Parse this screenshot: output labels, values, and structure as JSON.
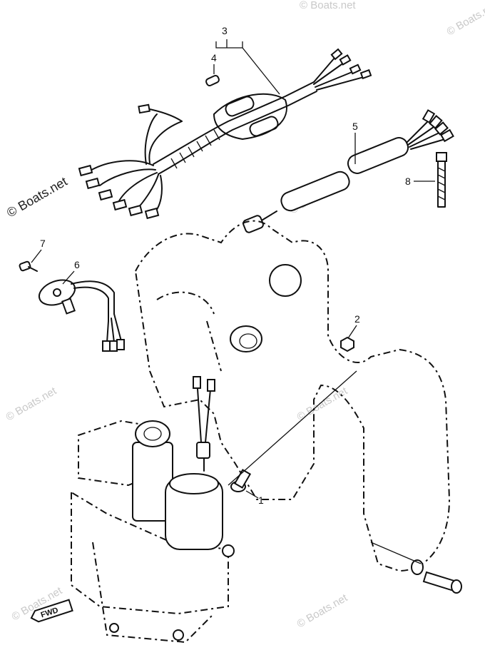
{
  "diagram": {
    "watermark_main": "© Boats.net",
    "watermarks": [
      "© Boats.net",
      "© Boats.net",
      "© Boats.net",
      "© Boats.net",
      "© Boats.net",
      "© Boats.net",
      "© Boats.net"
    ],
    "fwd_label": "FWD",
    "callouts": [
      {
        "id": "callout-1",
        "label": "1"
      },
      {
        "id": "callout-2",
        "label": "2"
      },
      {
        "id": "callout-3",
        "label": "3"
      },
      {
        "id": "callout-4",
        "label": "4"
      },
      {
        "id": "callout-5",
        "label": "5"
      },
      {
        "id": "callout-6",
        "label": "6"
      },
      {
        "id": "callout-7",
        "label": "7"
      },
      {
        "id": "callout-8",
        "label": "8"
      }
    ]
  }
}
